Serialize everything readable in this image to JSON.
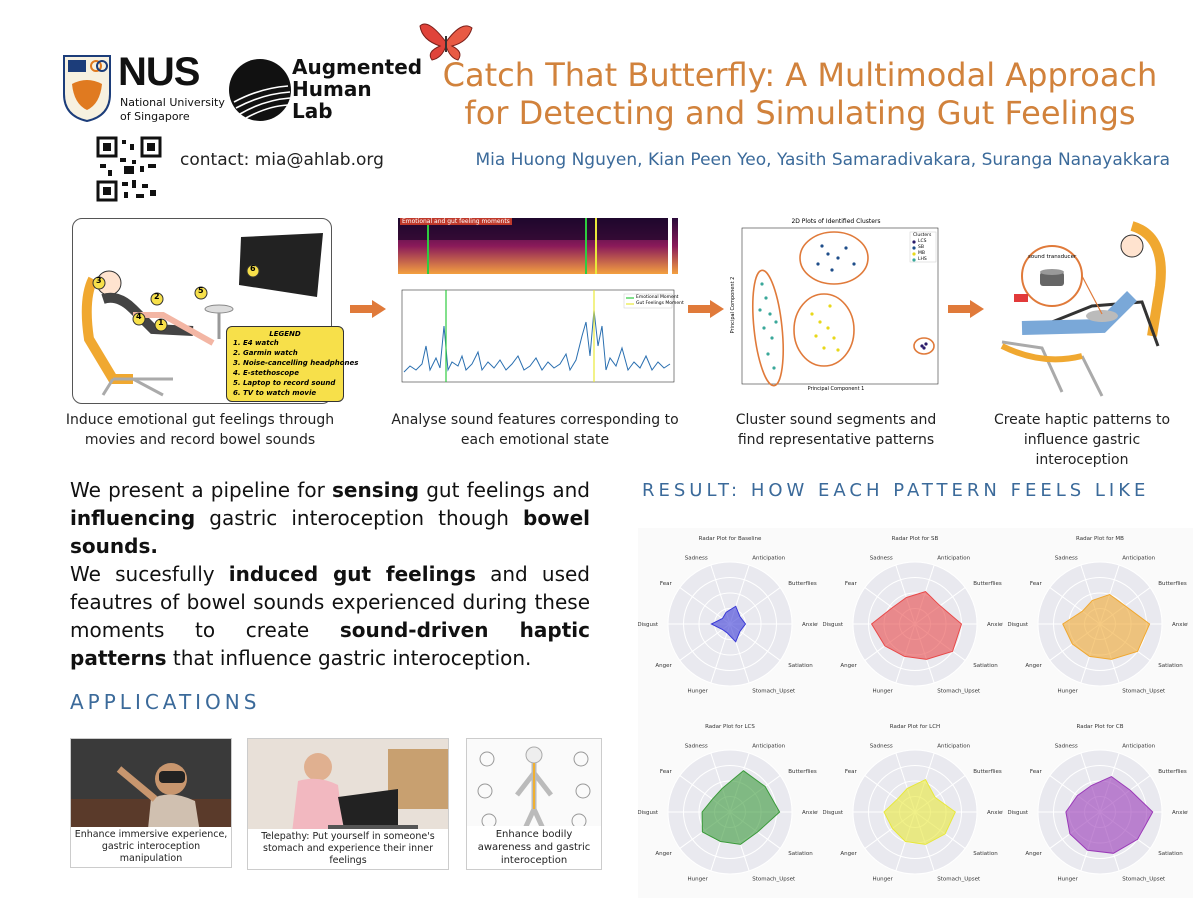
{
  "header": {
    "nus": {
      "letters": "NUS",
      "line1": "National University",
      "line2": "of Singapore"
    },
    "ahl": {
      "line1": "Augmented",
      "line2": "Human",
      "line3": "Lab"
    },
    "title_line1": "Catch That Butterfly: A Multimodal Approach",
    "title_line2": "for Detecting and Simulating Gut Feelings",
    "contact": "contact: mia@ahlab.org",
    "authors": "Mia Huong Nguyen, Kian Peen Yeo, Yasith Samaradivakara, Suranga Nanayakkara"
  },
  "colors": {
    "title": "#d1823c",
    "accent_blue": "#3b6a9a",
    "arrow": "#e07a3a",
    "legend_bg": "#f7e04a"
  },
  "pipeline": {
    "legend": {
      "title": "LEGEND",
      "items": [
        "1.  E4 watch",
        "2.  Garmin watch",
        "3.  Noise-cancelling headphones",
        "4.  E-stethoscope",
        "5.  Laptop to record sound",
        "6.  TV to watch movie"
      ]
    },
    "scene_markers": [
      "1",
      "2",
      "3",
      "4",
      "5",
      "6"
    ],
    "spectro_label": "Emotional and gut feeling moments",
    "plot_legend": [
      "Emotional Moment",
      "Gut Feelings Moment"
    ],
    "cluster_title": "2D Plots of Identified Clusters",
    "cluster_legend_title": "Clusters",
    "cluster_legend": [
      "LCS",
      "SB",
      "MB",
      "LHS"
    ],
    "cluster_xlabel": "Principal Component 1",
    "cluster_ylabel": "Principal Component 2",
    "haptic_label": "sound transducer",
    "captions": [
      {
        "line1": "Induce emotional gut feelings through",
        "line2": "movies and record bowel sounds"
      },
      {
        "line1": "Analyse sound features corresponding to",
        "line2": "each emotional state"
      },
      {
        "line1": "Cluster sound segments and",
        "line2": "find representative patterns"
      },
      {
        "line1": "Create haptic patterns to",
        "line2": "influence gastric interoception"
      }
    ]
  },
  "body": {
    "p1_a": "We present a pipeline for ",
    "p1_b": "sensing",
    "p1_c": " gut feelings and ",
    "p1_d": "influencing",
    "p1_e": " gastric interoception though ",
    "p1_f": "bowel sounds.",
    "p2_a": "We  sucesfully ",
    "p2_b": "induced gut feelings",
    "p2_c": " and used feautres of bowel sounds experienced during these moments to create ",
    "p2_d": "sound-driven haptic patterns",
    "p2_e": " that influence gastric interoception."
  },
  "applications": {
    "heading": "APPLICATIONS",
    "cards": [
      {
        "caption": "Enhance immersive experience, gastric interoception manipulation"
      },
      {
        "caption": "Telepathy: Put yourself in someone's stomach and experience their inner feelings"
      },
      {
        "caption": "Enhance bodily awareness and gastric interoception"
      }
    ]
  },
  "results": {
    "heading": "RESULT: HOW EACH PATTERN FEELS LIKE",
    "axes": [
      "Anticipation",
      "Butterflies",
      "Anxiety",
      "Satiation",
      "Stomach_Upset",
      "Hunger",
      "Anger",
      "Disgust",
      "Fear",
      "Sadness"
    ],
    "radars": [
      {
        "title": "Radar Plot for Baseline",
        "color": "#3b3bd6",
        "values": [
          0.3,
          0.2,
          0.25,
          0.2,
          0.3,
          0.15,
          0.15,
          0.3,
          0.15,
          0.2
        ]
      },
      {
        "title": "Radar Plot for SB",
        "color": "#e84a4a",
        "values": [
          0.55,
          0.5,
          0.75,
          0.75,
          0.6,
          0.55,
          0.6,
          0.7,
          0.45,
          0.45
        ]
      },
      {
        "title": "Radar Plot for MB",
        "color": "#f0a830",
        "values": [
          0.5,
          0.5,
          0.8,
          0.75,
          0.6,
          0.55,
          0.55,
          0.6,
          0.35,
          0.4
        ]
      },
      {
        "title": "Radar Plot for LCS",
        "color": "#3a9a3a",
        "values": [
          0.7,
          0.7,
          0.8,
          0.55,
          0.55,
          0.5,
          0.55,
          0.45,
          0.35,
          0.4
        ]
      },
      {
        "title": "Radar Plot for LCH",
        "color": "#e8e83a",
        "values": [
          0.55,
          0.4,
          0.65,
          0.6,
          0.55,
          0.5,
          0.45,
          0.5,
          0.35,
          0.4
        ]
      },
      {
        "title": "Radar Plot for CB",
        "color": "#9a3ab8",
        "values": [
          0.6,
          0.6,
          0.85,
          0.75,
          0.7,
          0.65,
          0.6,
          0.55,
          0.45,
          0.45
        ]
      }
    ]
  }
}
